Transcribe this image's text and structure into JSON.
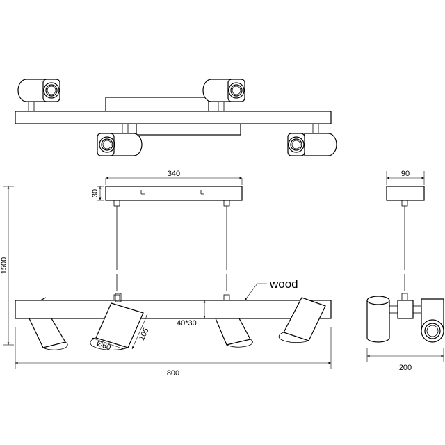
{
  "dimensions": {
    "top_width": "340",
    "canopy_height": "30",
    "total_height": "1500",
    "bar_section": "40*30",
    "spot_length": "105",
    "spot_diameter": "Ø60",
    "overall_width": "800",
    "side_canopy_width": "90",
    "side_width": "200"
  },
  "labels": {
    "material": "wood"
  }
}
